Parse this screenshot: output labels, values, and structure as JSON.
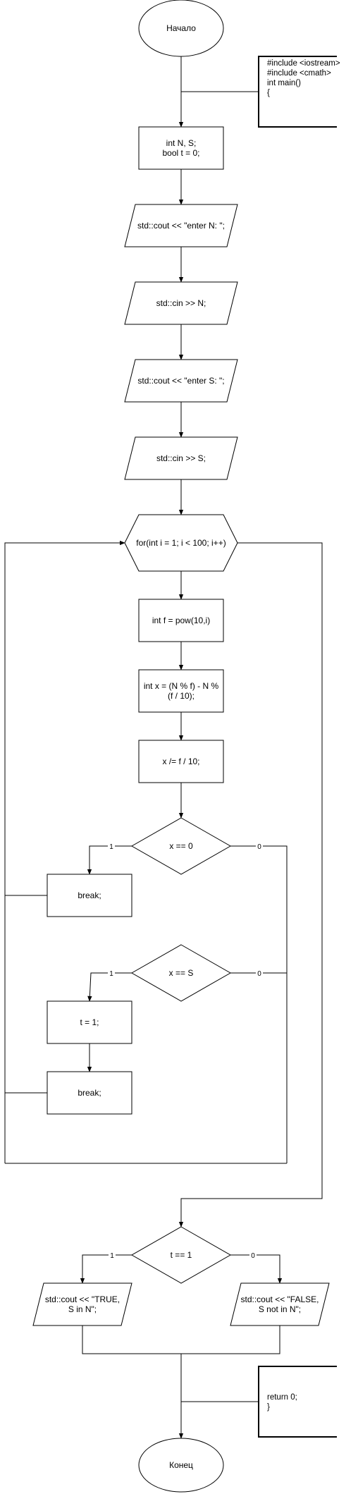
{
  "start": {
    "label": "Начало"
  },
  "end": {
    "label": "Конец"
  },
  "annotation_top": {
    "lines": [
      "#include <iostream>",
      "#include <cmath>",
      "int main()",
      "{"
    ]
  },
  "annotation_bottom": {
    "lines": [
      "return 0;",
      "}"
    ]
  },
  "steps": {
    "declare": {
      "lines": [
        "int N, S;",
        "bool t = 0;"
      ]
    },
    "prompt_n": {
      "text": "std::cout << \"enter N: \";"
    },
    "read_n": {
      "text": "std::cin >> N;"
    },
    "prompt_s": {
      "text": "std::cout << \"enter S: \";"
    },
    "read_s": {
      "text": "std::cin >> S;"
    },
    "loop": {
      "text": "for(int i = 1; i < 100; i++)"
    },
    "calc_f": {
      "text": "int f = pow(10,i)"
    },
    "calc_x": {
      "lines": [
        "int x = (N % f) - N %",
        "(f / 10);"
      ]
    },
    "div_x": {
      "text": "x /= f / 10;"
    },
    "check_zero": {
      "text": "x == 0",
      "yes": "1",
      "no": "0"
    },
    "break_1": {
      "text": "break;"
    },
    "check_s": {
      "text": "x == S",
      "yes": "1",
      "no": "0"
    },
    "set_t": {
      "text": "t = 1;"
    },
    "break_2": {
      "text": "break;"
    },
    "check_t": {
      "text": "t == 1",
      "yes": "1",
      "no": "0"
    },
    "out_true": {
      "lines": [
        "std::cout << \"TRUE,",
        "S in N\";"
      ]
    },
    "out_false": {
      "lines": [
        "std::cout << \"FALSE,",
        "S not in N\";"
      ]
    }
  }
}
